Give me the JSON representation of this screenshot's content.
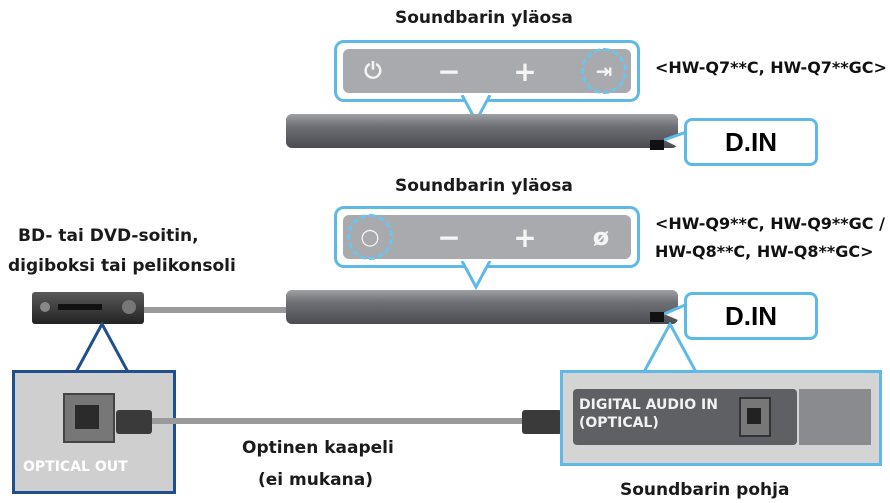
{
  "top_panel": {
    "title": "Soundbarin yläosa",
    "models": "<HW-Q7**C, HW-Q7**GC>"
  },
  "mid_panel": {
    "title": "Soundbarin yläosa",
    "models_line1": "<HW-Q9**C, HW-Q9**GC /",
    "models_line2": "HW-Q8**C, HW-Q8**GC>"
  },
  "din_label": "D.IN",
  "player": {
    "line1": "BD- tai DVD-soitin,",
    "line2": "digiboksi tai pelikonsoli"
  },
  "optical_out": "OPTICAL OUT",
  "cable": {
    "line1": "Optinen kaapeli",
    "line2": "(ei mukana)"
  },
  "digital_in": {
    "line1": "DIGITAL AUDIO IN",
    "line2": "(OPTICAL)"
  },
  "bottom_caption": "Soundbarin pohja",
  "colors": {
    "highlight": "#5fb9e6",
    "panel": "#a9aaad",
    "soundbar": "#5a5c61",
    "optical_box": "#1f4f8f"
  }
}
